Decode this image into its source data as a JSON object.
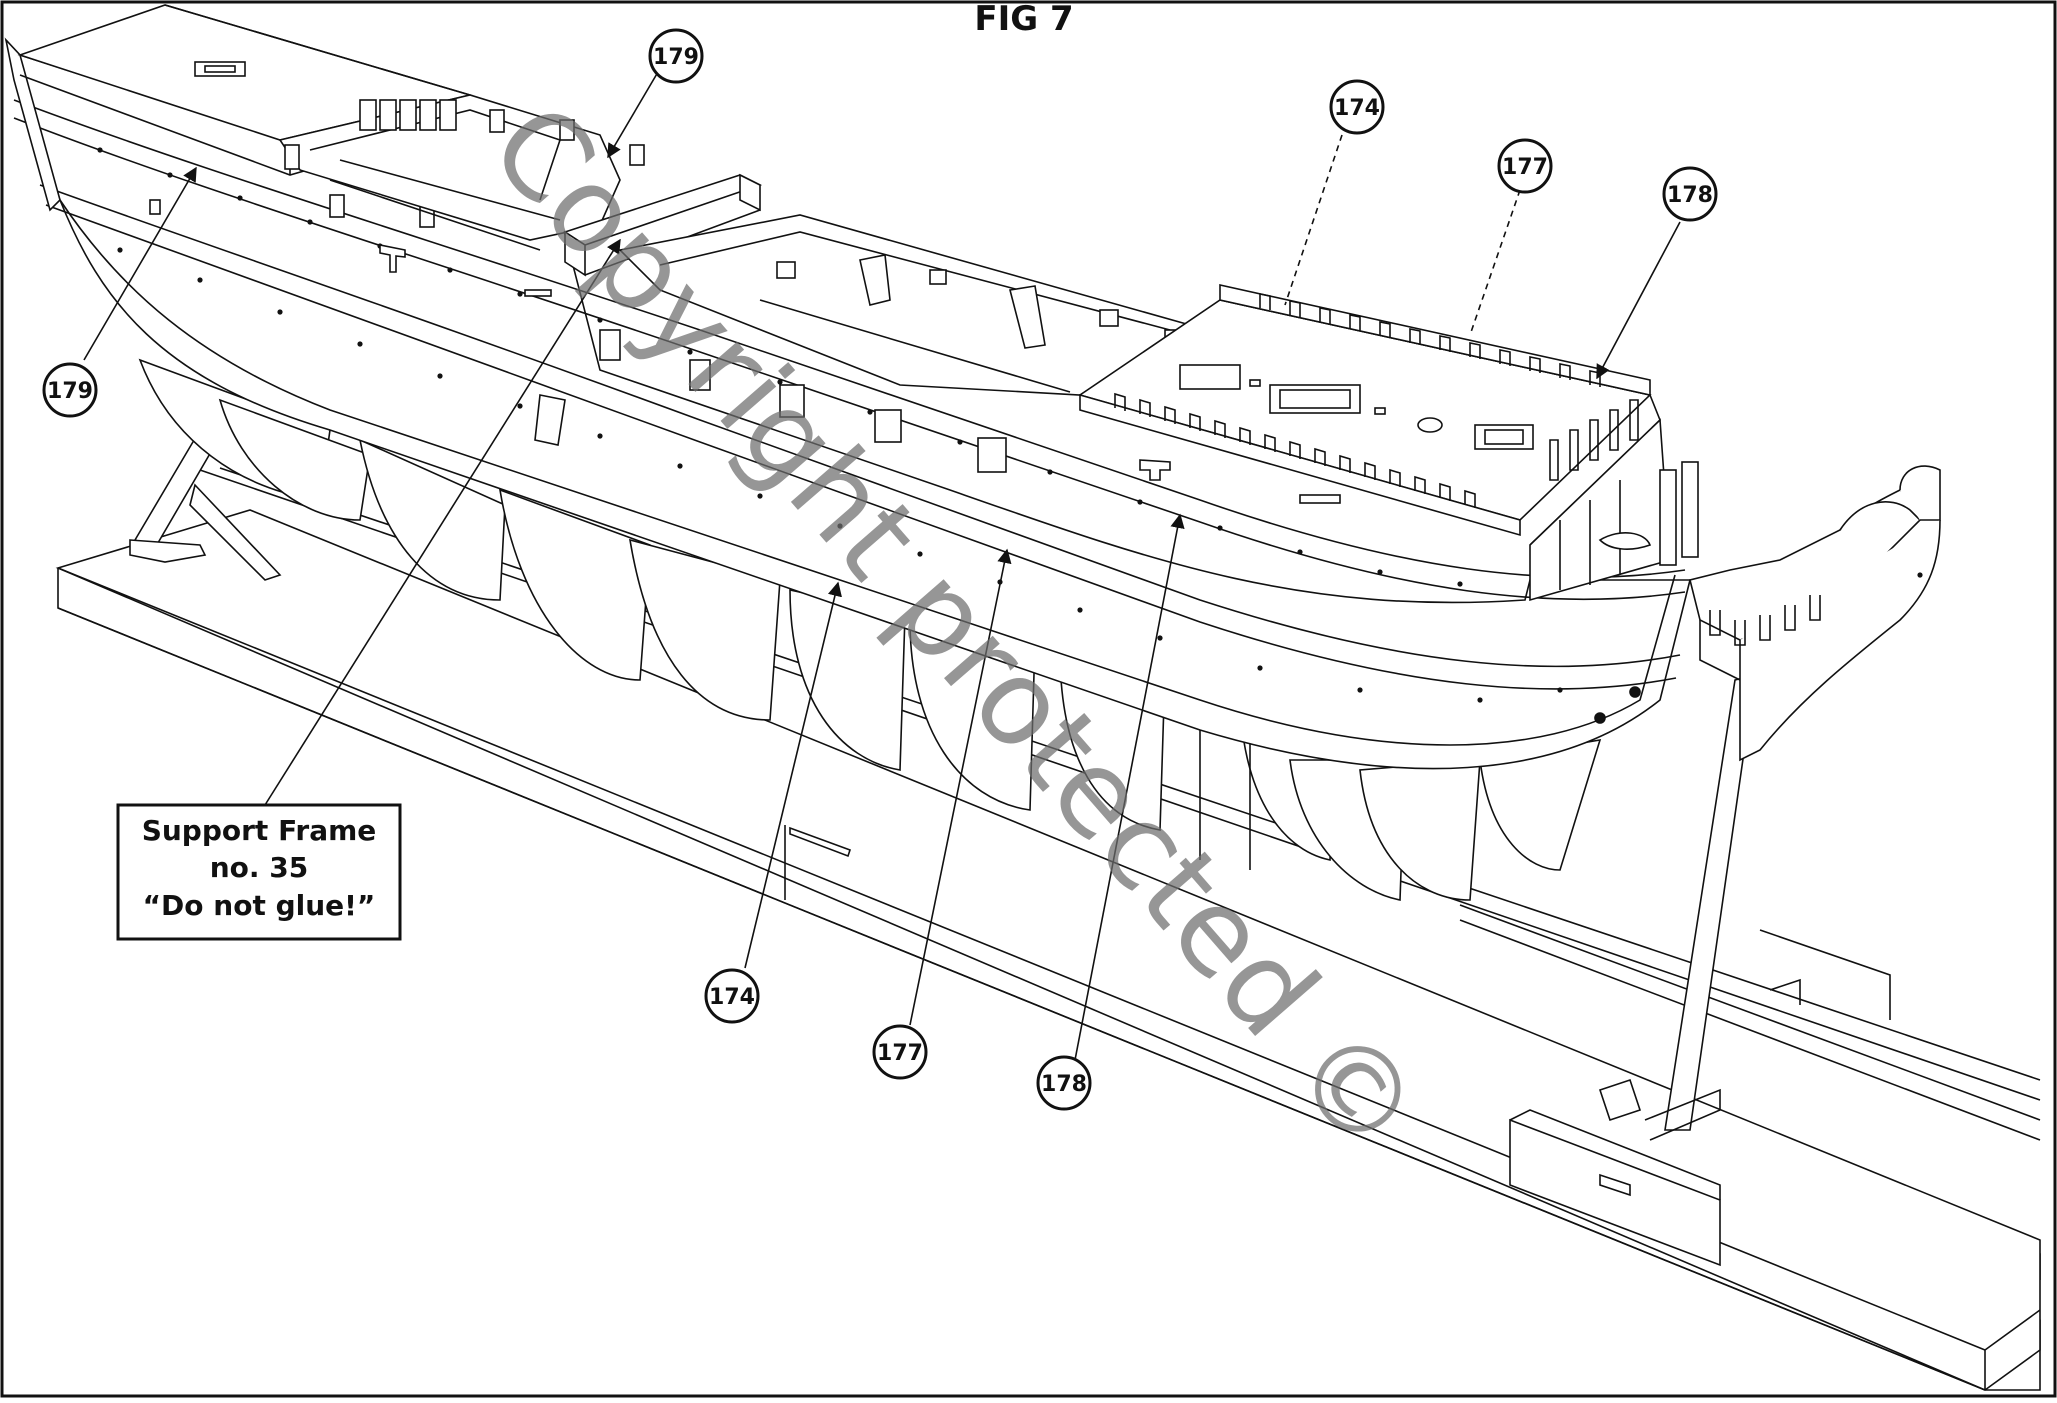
{
  "figure": {
    "title": "FIG 7",
    "watermark": "Copyright protected ©"
  },
  "callouts": [
    {
      "id": "c179-top",
      "label": "179",
      "dashed": false
    },
    {
      "id": "c179-left",
      "label": "179",
      "dashed": false
    },
    {
      "id": "c174-top",
      "label": "174",
      "dashed": true
    },
    {
      "id": "c177-top",
      "label": "177",
      "dashed": true
    },
    {
      "id": "c178-top",
      "label": "178",
      "dashed": false
    },
    {
      "id": "c174-bottom",
      "label": "174",
      "dashed": false
    },
    {
      "id": "c177-bottom",
      "label": "177",
      "dashed": false
    },
    {
      "id": "c178-bottom",
      "label": "178",
      "dashed": false
    }
  ],
  "support_box": {
    "line1": "Support Frame",
    "line2": "no. 35",
    "line3": "“Do not glue!”"
  },
  "colors": {
    "line": "#111111",
    "background": "#ffffff",
    "watermark": "#6e6e6e"
  }
}
